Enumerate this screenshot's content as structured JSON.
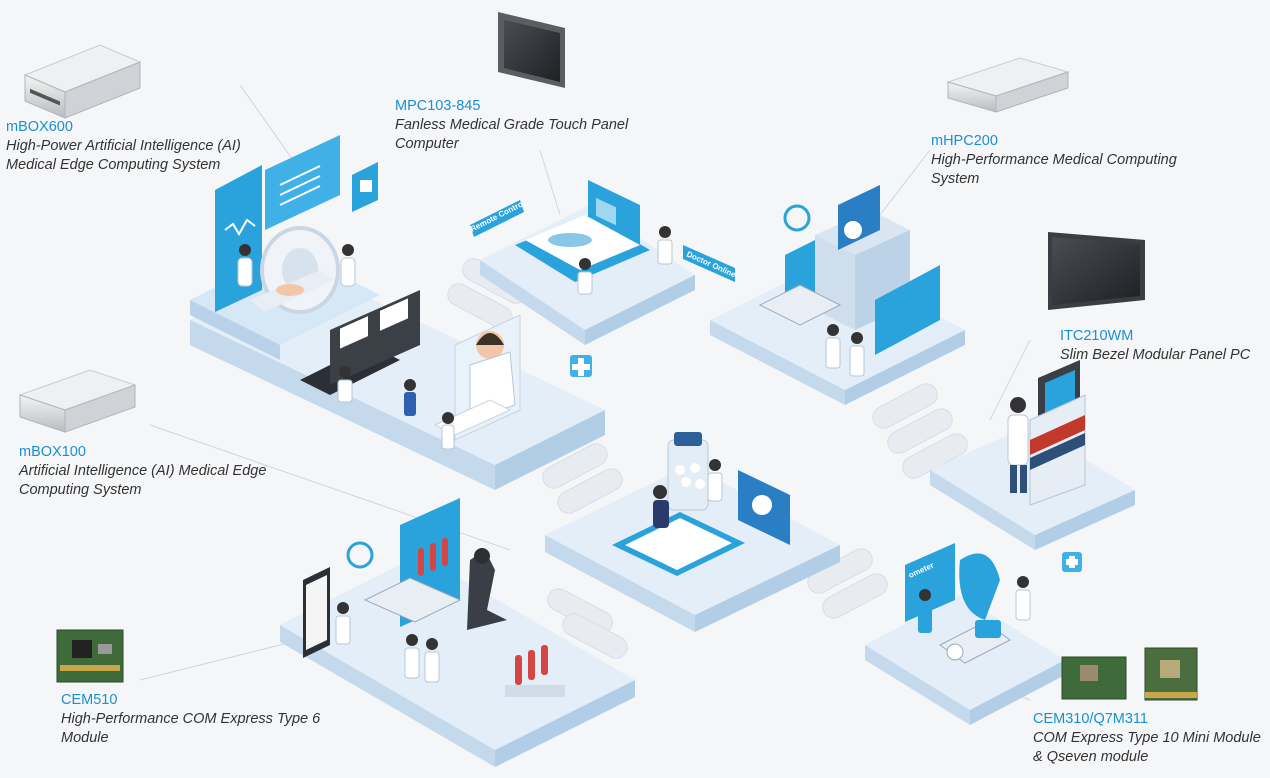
{
  "products": {
    "mbox600": {
      "code": "mBOX600",
      "desc_line1": "High-Power Artificial Intelligence (AI)",
      "desc_line2": "Medical Edge Computing System"
    },
    "mpc103": {
      "code": "MPC103-845",
      "desc_line1": "Fanless Medical Grade Touch Panel",
      "desc_line2": "Computer"
    },
    "mhpc200": {
      "code": "mHPC200",
      "desc_line1": "High-Performance Medical Computing",
      "desc_line2": "System"
    },
    "itc210wm": {
      "code": "ITC210WM",
      "desc_line1": "Slim Bezel Modular Panel PC",
      "desc_line2": ""
    },
    "mbox100": {
      "code": "mBOX100",
      "desc_line1": "Artificial Intelligence (AI) Medical Edge",
      "desc_line2": "Computing System"
    },
    "cem510": {
      "code": "CEM510",
      "desc_line1": "High-Performance COM Express Type 6",
      "desc_line2": "Module"
    },
    "cem310": {
      "code": "CEM310/Q7M311",
      "desc_line1": "COM Express Type 10 Mini Module",
      "desc_line2": "& Qseven module"
    }
  },
  "scene_signs": {
    "remote_control": "Remote Control",
    "doctor_online": "Doctor Online",
    "oximeter": "ometer"
  },
  "colors": {
    "accent": "#1a8fd0",
    "platform_top": "#e3eef8",
    "platform_side": "#c4d9ec",
    "screen_blue": "#2aa2dc",
    "text": "#333333"
  }
}
